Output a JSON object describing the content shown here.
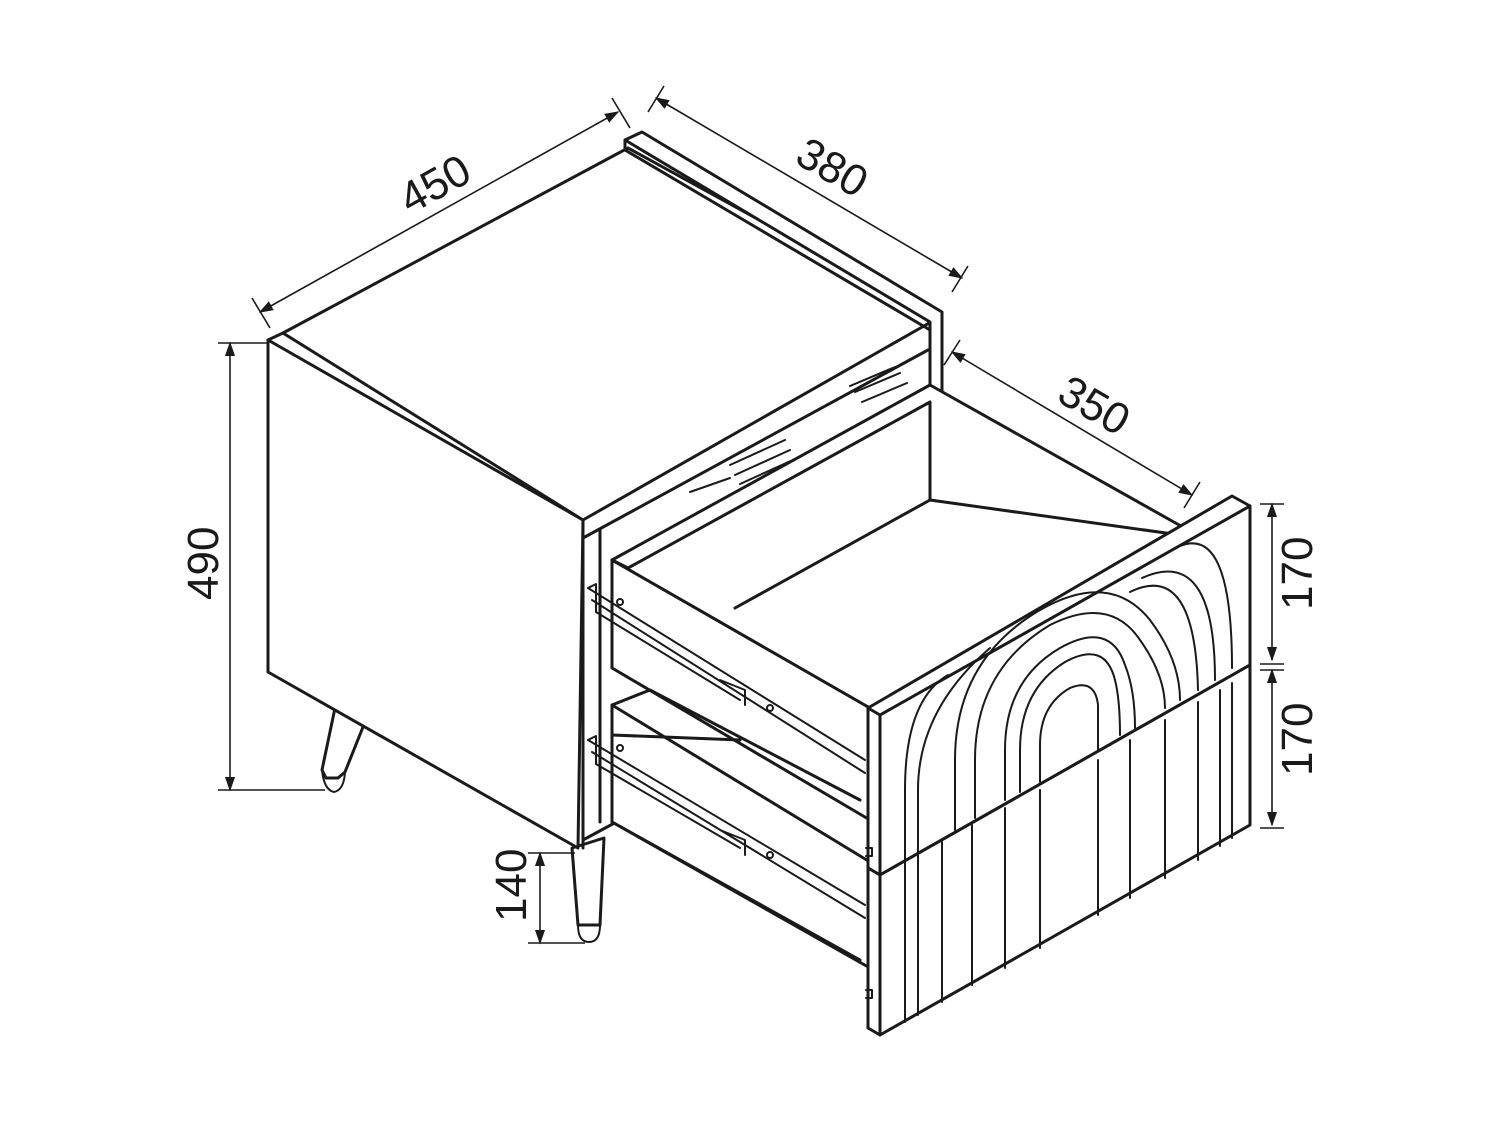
{
  "dimensions": {
    "width": "450",
    "depth": "380",
    "drawer_depth": "350",
    "height": "490",
    "leg_height": "140",
    "drawer_front_upper": "170",
    "drawer_front_lower": "170"
  }
}
